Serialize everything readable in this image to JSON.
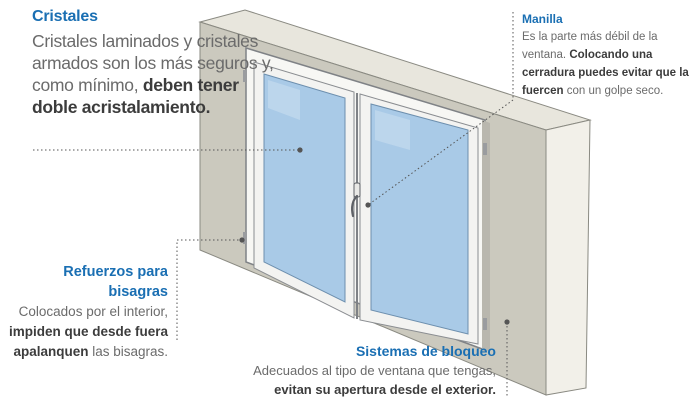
{
  "annotations": {
    "cristales": {
      "title": "Cristales",
      "text": "Cristales laminados y cristales armados son los más seguros y, como mínimo, ",
      "strong": "deben tener doble acristalamiento."
    },
    "manilla": {
      "title": "Manilla",
      "text": "Es la parte más débil de la ventana. ",
      "strong": "Colocando una cerradura puedes evitar que la fuercen",
      "tail": " con un golpe seco."
    },
    "refuerzos": {
      "title": "Refuerzos para bisagras",
      "text": "Colocados por el interior, ",
      "strong": "impiden que desde fuera apalanquen",
      "tail": " las bisagras."
    },
    "sistemas": {
      "title": "Sistemas de bloqueo",
      "text": "Adecuados al tipo de ventana que tengas, ",
      "strong": "evitan su apertura desde el exterior."
    }
  },
  "colors": {
    "accent": "#1a6fb3",
    "wall_front": "#cac8bd",
    "wall_top": "#e7e5dc",
    "wall_side": "#f1efe8",
    "frame": "#f6f6f3",
    "glass": "#a7c8e6",
    "leader": "#555555"
  }
}
